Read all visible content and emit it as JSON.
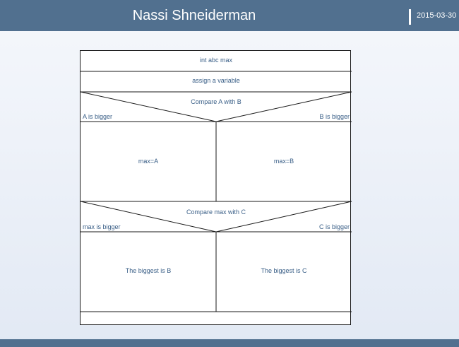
{
  "header": {
    "title": "Nassi Shneiderman",
    "date": "2015-03-30"
  },
  "diagram": {
    "statements": [
      "int abc max",
      "assign a variable"
    ],
    "decision1": {
      "condition": "Compare A with B",
      "left_label": "A is bigger",
      "right_label": "B is bigger",
      "left_action": "max=A",
      "right_action": "max=B"
    },
    "decision2": {
      "condition": "Compare max with C",
      "left_label": "max is bigger",
      "right_label": "C is bigger",
      "left_action": "The biggest is B",
      "right_action": "The biggest is C"
    }
  },
  "colors": {
    "header_bg": "#51708f",
    "text_blue": "#3a5f87"
  }
}
